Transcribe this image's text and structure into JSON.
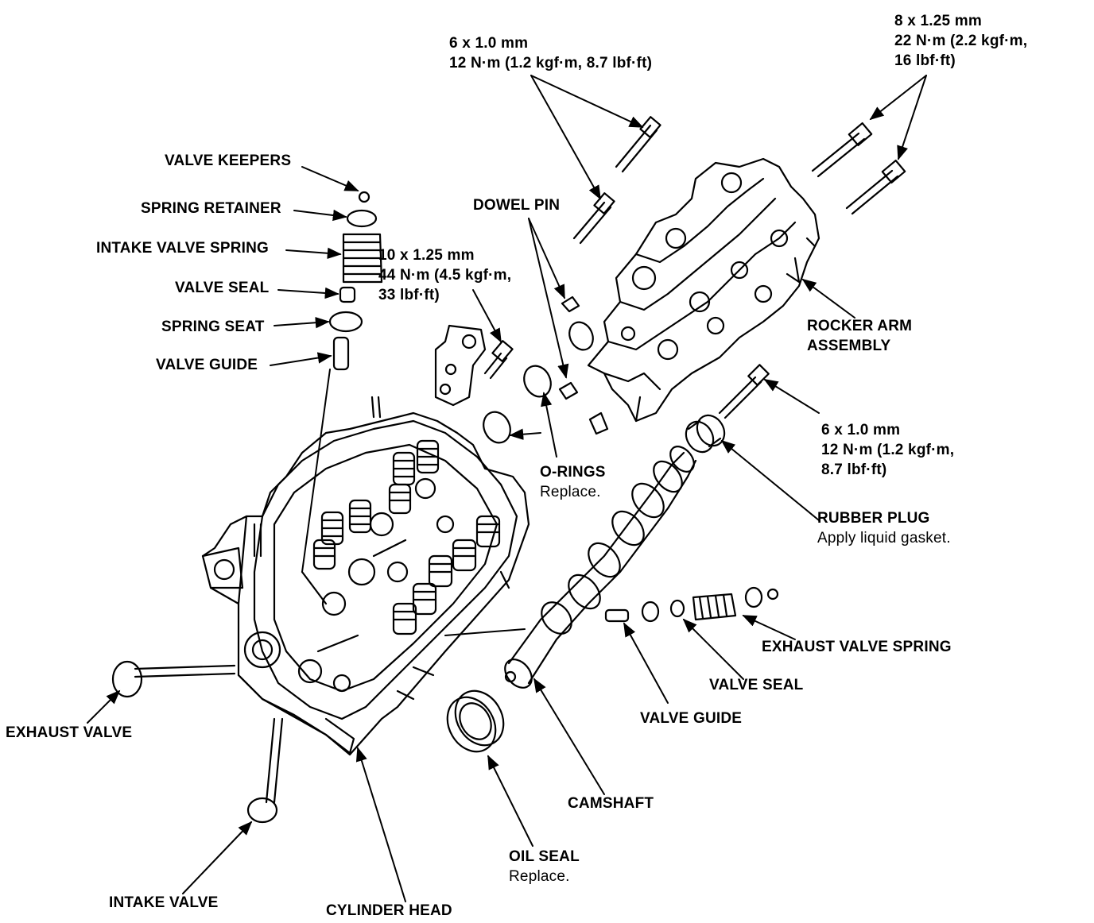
{
  "labels": {
    "valve_keepers": "VALVE KEEPERS",
    "spring_retainer": "SPRING RETAINER",
    "intake_valve_spring": "INTAKE VALVE SPRING",
    "valve_seal_top": "VALVE SEAL",
    "spring_seat": "SPRING SEAT",
    "valve_guide_top": "VALVE GUIDE",
    "dowel_pin": "DOWEL PIN",
    "o_rings": "O-RINGS",
    "o_rings_note": "Replace.",
    "rocker_arm_line1": "ROCKER ARM",
    "rocker_arm_line2": "ASSEMBLY",
    "rubber_plug": "RUBBER PLUG",
    "rubber_plug_note": "Apply liquid gasket.",
    "exhaust_valve_spring": "EXHAUST VALVE SPRING",
    "valve_seal_bottom": "VALVE SEAL",
    "valve_guide_bottom": "VALVE GUIDE",
    "camshaft": "CAMSHAFT",
    "oil_seal": "OIL SEAL",
    "oil_seal_note": "Replace.",
    "exhaust_valve": "EXHAUST VALVE",
    "intake_valve": "INTAKE VALVE",
    "cylinder_head": "CYLINDER HEAD"
  },
  "torque_specs": {
    "bolt_6mm_top": {
      "line1": "6 x 1.0 mm",
      "line2": "12 N·m (1.2 kgf·m, 8.7 lbf·ft)"
    },
    "bolt_8mm": {
      "line1": "8 x 1.25 mm",
      "line2": "22 N·m (2.2 kgf·m,",
      "line3": "16 lbf·ft)"
    },
    "bolt_10mm": {
      "line1": "10 x 1.25 mm",
      "line2": "44 N·m (4.5 kgf·m,",
      "line3": "33 lbf·ft)"
    },
    "bolt_6mm_right": {
      "line1": "6 x 1.0 mm",
      "line2": "12 N·m (1.2 kgf·m,",
      "line3": "8.7 lbf·ft)"
    }
  }
}
